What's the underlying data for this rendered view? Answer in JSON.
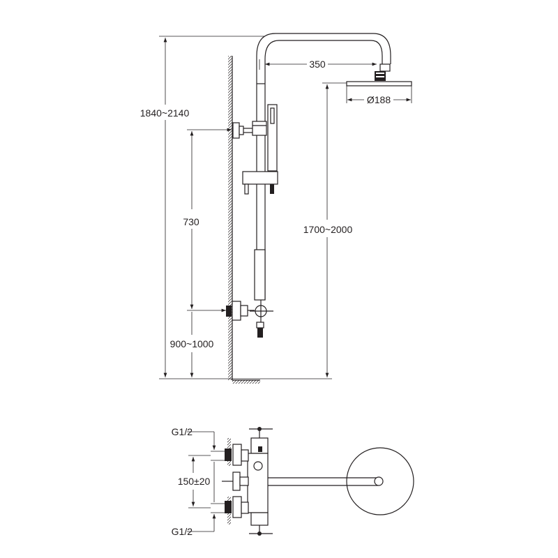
{
  "front_view": {
    "total_height_label": "1840~2140",
    "arm_length_label": "350",
    "head_diameter_label": "Ø188",
    "rail_height_label": "730",
    "head_height_label": "1700~2000",
    "mixer_height_label": "900~1000"
  },
  "top_view": {
    "inlet_top_label": "G1/2",
    "inlet_spacing_label": "150±20",
    "inlet_bottom_label": "G1/2"
  },
  "colors": {
    "line": "#231f20",
    "background": "#ffffff"
  }
}
